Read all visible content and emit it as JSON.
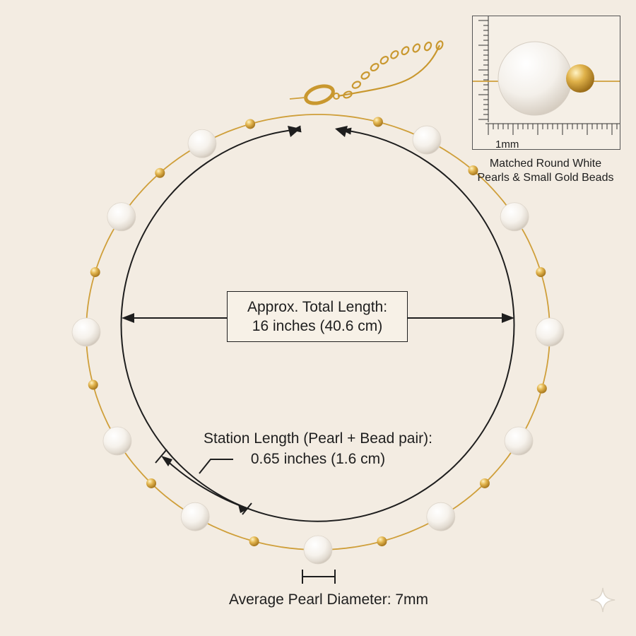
{
  "total_length": {
    "line1": "Approx. Total Length:",
    "line2": "16 inches (40.6 cm)"
  },
  "station_length": {
    "line1": "Station Length (Pearl + Bead pair):",
    "line2": "0.65 inches (1.6 cm)"
  },
  "pearl_diameter": {
    "label": "Average Pearl Diameter: 7mm"
  },
  "inset": {
    "scale_label": "1mm",
    "caption_line1": "Matched Round White",
    "caption_line2": "Pearls & Small Gold Beads"
  },
  "colors": {
    "background": "#f3ece2",
    "gold": "#d4a53c",
    "pearl": "#fbf8f3",
    "ink": "#1e1e1e"
  },
  "icons": [
    "sparkle-icon",
    "lobster-clasp-icon",
    "arrow-icon"
  ]
}
